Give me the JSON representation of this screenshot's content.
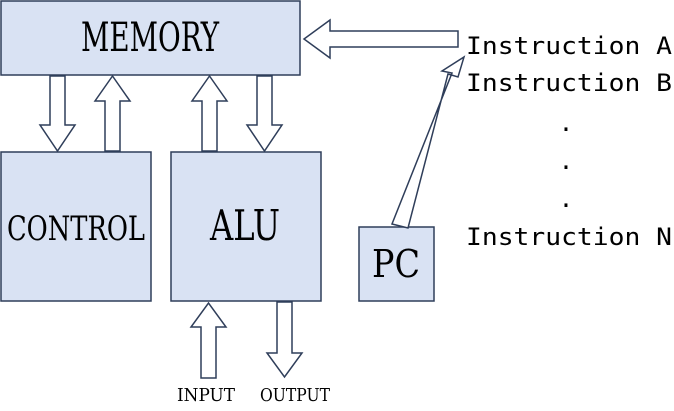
{
  "blocks": {
    "memory": "MEMORY",
    "control": "CONTROL",
    "alu": "ALU",
    "pc": "PC"
  },
  "io": {
    "input": "INPUT",
    "output": "OUTPUT"
  },
  "instructions": {
    "first": "Instruction A",
    "second": "Instruction B",
    "dot1": ".",
    "dot2": ".",
    "dot3": ".",
    "last": "Instruction N"
  },
  "colors": {
    "block_fill": "#d9e2f3",
    "stroke": "#2f3e5a",
    "arrow_fill": "#ffffff"
  }
}
